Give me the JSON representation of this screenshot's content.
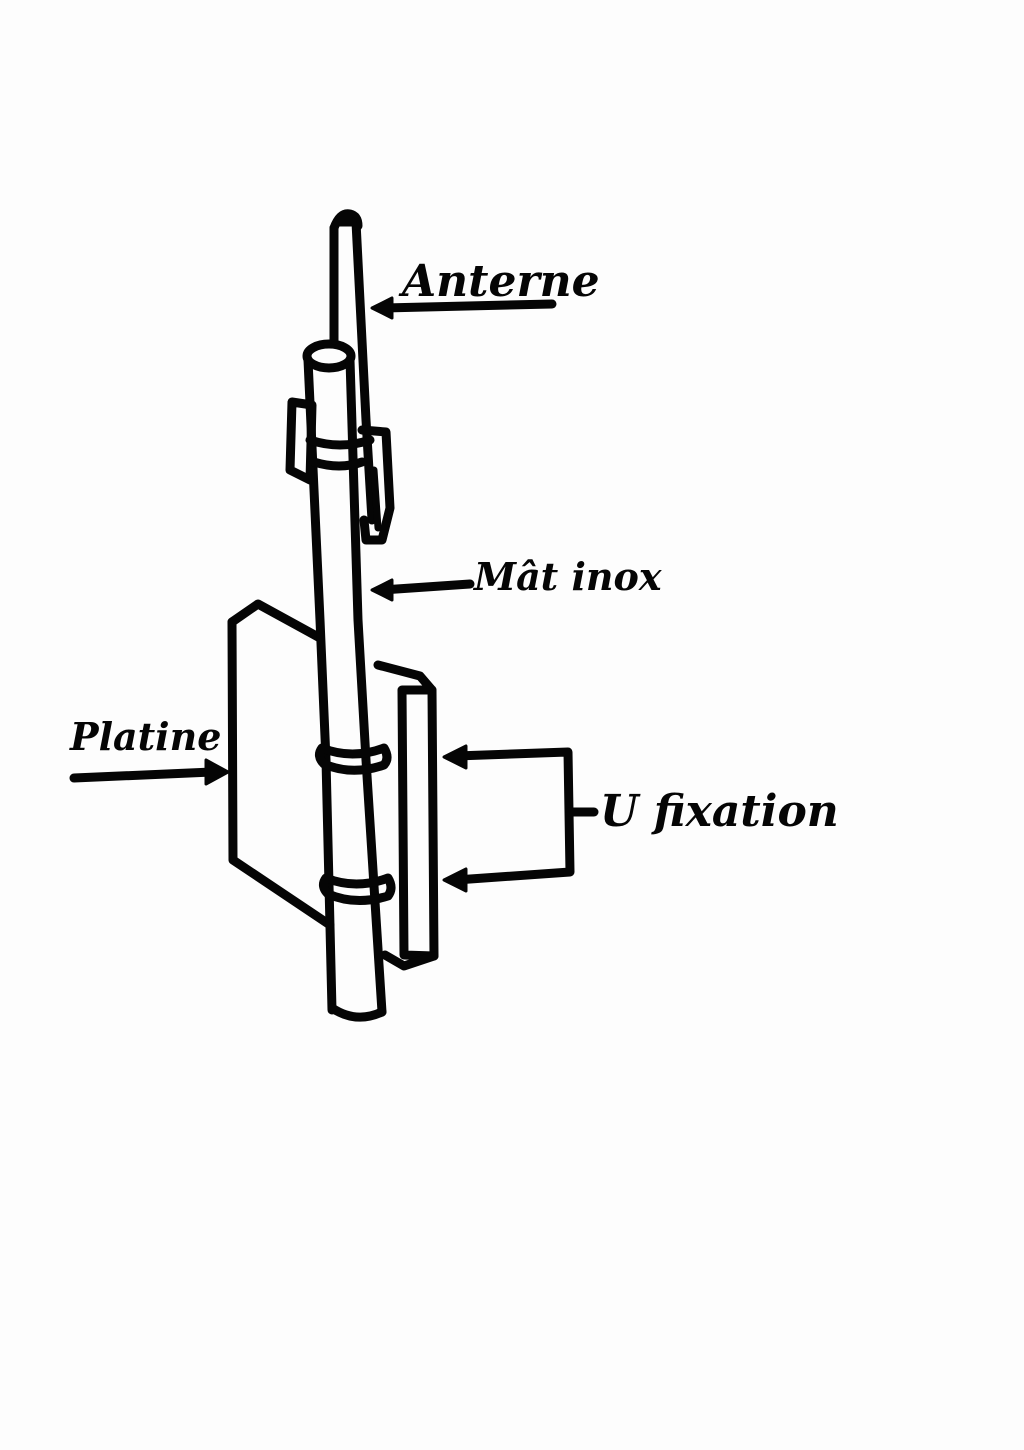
{
  "labels": {
    "antenna": "Anterne",
    "mast": "Mât inox",
    "plate": "Platine",
    "u_bolt": "U fixation"
  },
  "colors": {
    "ink": "#050505",
    "paper": "#fdfdfd"
  }
}
